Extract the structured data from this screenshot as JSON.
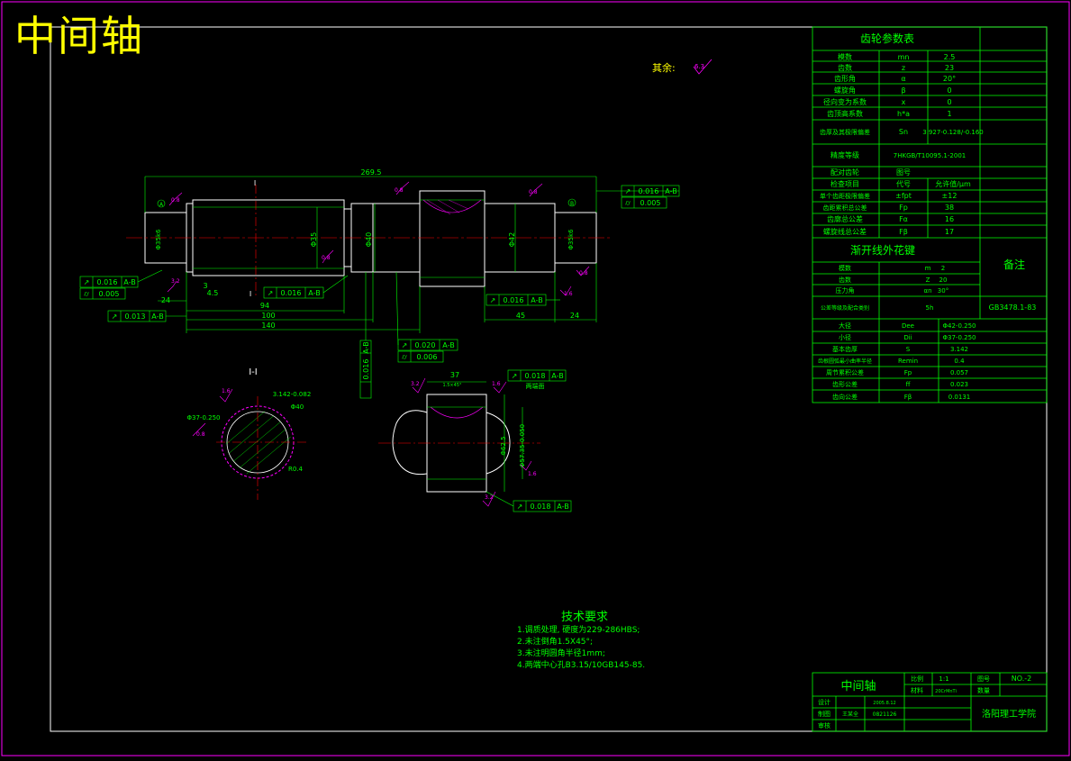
{
  "title": "中间轴",
  "rest_note": {
    "label": "其余:",
    "value": "6.3"
  },
  "gear_table": {
    "title": "齿轮参数表",
    "rows": [
      {
        "name": "模数",
        "symbol": "mn",
        "value": "2.5"
      },
      {
        "name": "齿数",
        "symbol": "z",
        "value": "23"
      },
      {
        "name": "齿形角",
        "symbol": "α",
        "value": "20°"
      },
      {
        "name": "螺旋角",
        "symbol": "β",
        "value": "0"
      },
      {
        "name": "径向变为系数",
        "symbol": "x",
        "value": "0"
      },
      {
        "name": "齿顶高系数",
        "symbol": "h*a",
        "value": "1"
      },
      {
        "name": "齿厚及其极限偏差",
        "symbol": "Sn",
        "value": "3.927-0.128/-0.160"
      },
      {
        "name": "精度等级",
        "symbol": "",
        "value": "7HKGB/T10095.1-2001"
      },
      {
        "name": "配对齿轮",
        "symbol": "图号",
        "value": ""
      },
      {
        "name": "检查项目",
        "symbol": "代号",
        "value": "允许值/μm"
      },
      {
        "name": "单个齿距极限偏差",
        "symbol": "±fpt",
        "value": "±12"
      },
      {
        "name": "齿距累积总公差",
        "symbol": "Fp",
        "value": "38"
      },
      {
        "name": "齿廓总公差",
        "symbol": "Fα",
        "value": "16"
      },
      {
        "name": "螺旋线总公差",
        "symbol": "Fβ",
        "value": "17"
      }
    ]
  },
  "spline_table": {
    "title": "渐开线外花键",
    "remark": "备注",
    "rows": [
      {
        "name": "模数",
        "symbol": "m",
        "value": "2"
      },
      {
        "name": "齿数",
        "symbol": "Z",
        "value": "20"
      },
      {
        "name": "压力角",
        "symbol": "αn",
        "value": "30°"
      },
      {
        "name": "公差等级及配合类别",
        "symbol": "5h",
        "value": "GB3478.1-83"
      },
      {
        "name": "大径",
        "symbol": "Dee",
        "value": "Φ42-0.250"
      },
      {
        "name": "小径",
        "symbol": "Dii",
        "value": "Φ37-0.250"
      },
      {
        "name": "基本齿厚",
        "symbol": "S",
        "value": "3.142"
      },
      {
        "name": "齿根圆弧最小曲率半径",
        "symbol": "Remin",
        "value": "0.4"
      },
      {
        "name": "周节累积公差",
        "symbol": "Fp",
        "value": "0.057"
      },
      {
        "name": "齿形公差",
        "symbol": "ff",
        "value": "0.023"
      },
      {
        "name": "齿向公差",
        "symbol": "Fβ",
        "value": "0.0131"
      }
    ]
  },
  "title_block": {
    "part_name": "中间轴",
    "scale_label": "比例",
    "scale_value": "1:1",
    "drawing_no_label": "图号",
    "drawing_no_value": "NO.-2",
    "material_label": "材料",
    "material_value": "20CrMnTi",
    "quantity_label": "数量",
    "design_label": "设计",
    "design_date": "2005.8.12",
    "draw_label": "制图",
    "drawer": "王某全",
    "student_no": "0821126",
    "check_label": "审核",
    "school": "洛阳理工学院"
  },
  "tech_requirements": {
    "title": "技术要求",
    "items": [
      "1.调质处理, 硬度为229-286HBS;",
      "2.未注倒角1.5X45°;",
      "3.未注明圆角半径1mm;",
      "4.两端中心孔B3.15/10GB145-85."
    ]
  },
  "dimensions": {
    "overall": "269.5",
    "d94": "94",
    "d100": "100",
    "d140": "140",
    "d24_left": "24",
    "d45": "45",
    "d24_right": "24",
    "d3": "3",
    "d4_5": "4.5",
    "phi35": "Φ35",
    "phi40": "Φ40",
    "phi42": "Φ42",
    "phi_end_left": "Φ35k6",
    "phi_end_right": "Φ35k6",
    "section_label": "I",
    "section_title": "I-I",
    "d37": "37",
    "phi40_s": "Φ40",
    "spline_s": "3.142-0.082",
    "spline_r": "R0.4",
    "spline_d": "Φ37-0.250",
    "gear_da": "Φ62.5",
    "gear_df": "Φ57.35-0.050",
    "chamfer": "1.5×45°",
    "ref_plane": "两端面"
  },
  "tolerance_frames": [
    {
      "id": "tf1",
      "sym": "↗",
      "val": "0.016",
      "datum": "A-B"
    },
    {
      "id": "tf2",
      "sym": "⌭",
      "val": "0.005",
      "datum": ""
    },
    {
      "id": "tf3",
      "sym": "↗",
      "val": "0.016",
      "datum": "A-B"
    },
    {
      "id": "tf4",
      "sym": "⌭",
      "val": "0.005",
      "datum": ""
    },
    {
      "id": "tf5",
      "sym": "↗",
      "val": "0.016",
      "datum": "A-B"
    },
    {
      "id": "tf6",
      "sym": "↗",
      "val": "0.013",
      "datum": "A-B"
    },
    {
      "id": "tf7",
      "sym": "↗",
      "val": "0.016",
      "datum": "A-B"
    },
    {
      "id": "tf8",
      "sym": "↗",
      "val": "0.020",
      "datum": "A-B"
    },
    {
      "id": "tf9",
      "sym": "⌭",
      "val": "0.006",
      "datum": ""
    },
    {
      "id": "tf10",
      "sym": "↗",
      "val": "0.016",
      "datum": "A-B"
    },
    {
      "id": "tf11",
      "sym": "↗",
      "val": "0.018",
      "datum": "A-B"
    },
    {
      "id": "tf12",
      "sym": "↗",
      "val": "0.018",
      "datum": "A-B"
    }
  ],
  "roughness": [
    "0.8",
    "0.8",
    "0.8",
    "0.8",
    "0.8",
    "3.2",
    "1.6",
    "1.6",
    "0.8",
    "3.2",
    "1.6",
    "1.6",
    "3.2",
    "0.8"
  ],
  "datums": [
    "A",
    "B"
  ],
  "colors": {
    "line": "#00ff00",
    "title": "#ffff00",
    "accent": "#ff00ff",
    "center": "#ff0000",
    "white": "#ffffff",
    "frame": "#ff00ff"
  }
}
